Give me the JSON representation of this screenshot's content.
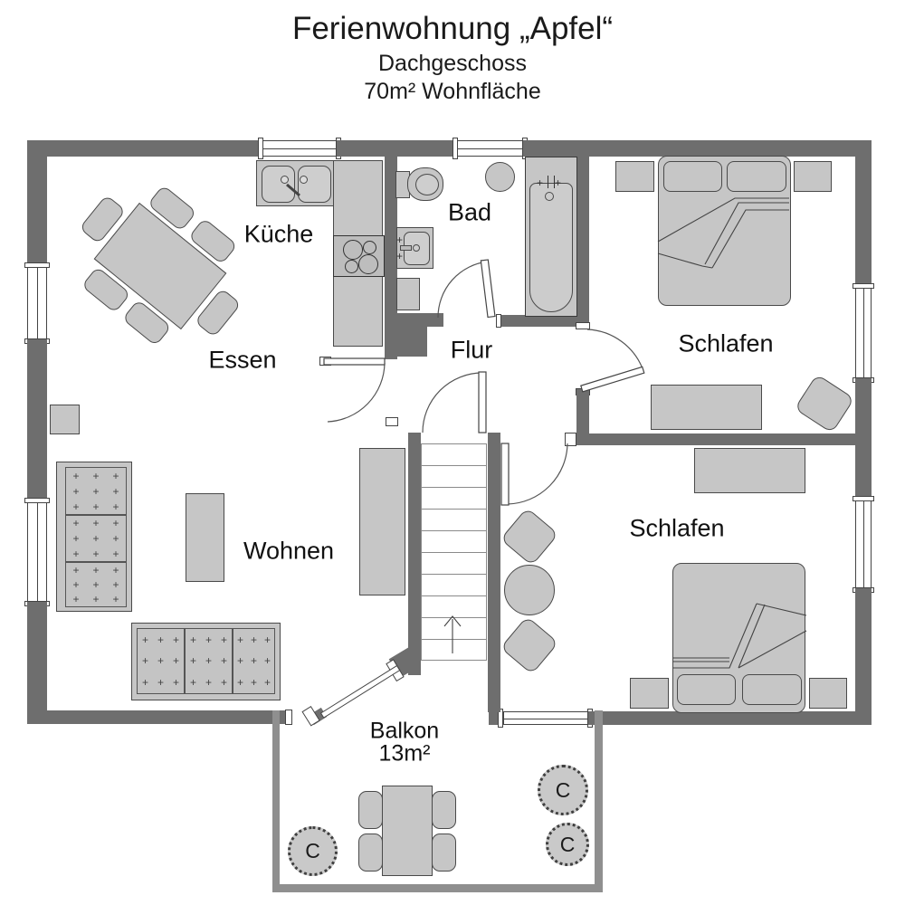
{
  "header": {
    "title": "Ferienwohnung „Apfel“",
    "subtitle1": "Dachgeschoss",
    "subtitle2": "70m² Wohnfläche"
  },
  "rooms": {
    "kueche": "Küche",
    "essen": "Essen",
    "bad": "Bad",
    "flur": "Flur",
    "schlafen1": "Schlafen",
    "schlafen2": "Schlafen",
    "wohnen": "Wohnen"
  },
  "balcony": {
    "name": "Balkon",
    "area": "13m²",
    "plant_label": "C"
  },
  "decor": {
    "upholstery_mark": "+"
  },
  "colors": {
    "wall": "#6e6e6e",
    "balcony_wall": "#8f8f8f",
    "furniture": "#c6c6c6",
    "outline": "#4a4a4a",
    "text": "#111111"
  }
}
